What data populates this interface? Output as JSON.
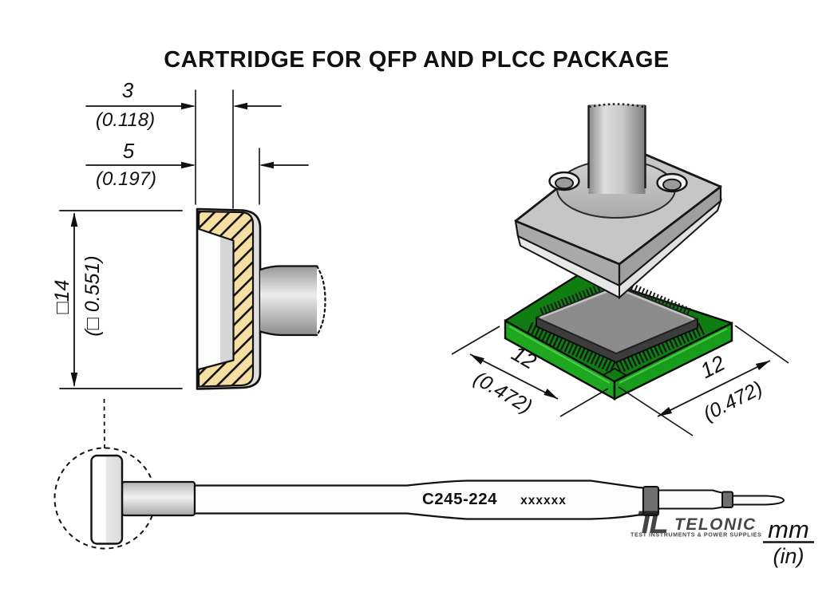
{
  "title": "CARTRIDGE FOR QFP AND PLCC PACKAGE",
  "views": {
    "cross_section": {
      "dim_cavity_depth": {
        "mm": "3",
        "in": "(0.118)"
      },
      "dim_total_depth": {
        "mm": "5",
        "in": "(0.197)"
      },
      "dim_tip_square": {
        "mm": "□14",
        "in": "(□ 0.551)"
      }
    },
    "package_3d": {
      "dim_left": {
        "mm": "12",
        "in": "(0.472)"
      },
      "dim_right": {
        "mm": "12",
        "in": "(0.472)"
      }
    },
    "side_view": {
      "model": "C245-224",
      "marking": "xxxxxx"
    }
  },
  "units_legend": {
    "numerator": "mm",
    "denominator": "(in)"
  },
  "logo": {
    "mark": "TL",
    "name": "TELONIC",
    "tagline": "TEST INSTRUMENTS & POWER SUPPLIES",
    "color": "#8C8CC8"
  },
  "colors": {
    "line": "#111111",
    "hatch_fill": "#F6DFA3",
    "pcb_top": "#0F7D12",
    "pcb_side_left": "#1FA71F",
    "pcb_side_right": "#189C1C",
    "pcb_highlight": "#4FD24F",
    "chip_top": "#8C8C8C",
    "chip_side": "#3C3C3C",
    "flange_top": "#C6C6C6",
    "flange_bevel": "#A9A9A9",
    "flange_chamfer": "#E8E8E8",
    "band_dark": "#6F6F6F",
    "cavity_wall": "#D6D6D6"
  }
}
